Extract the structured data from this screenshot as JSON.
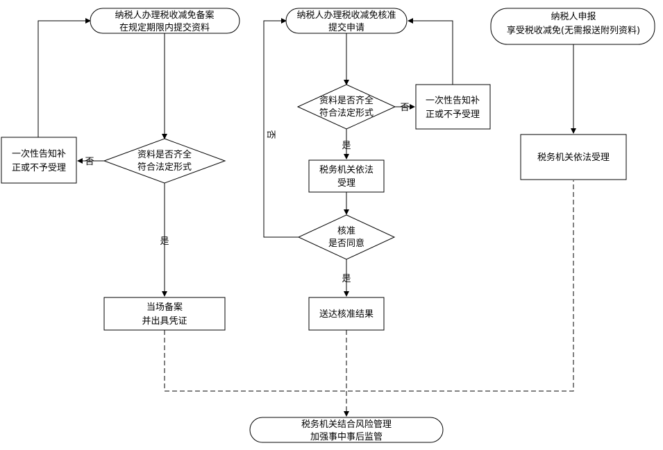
{
  "nodes": {
    "filing_start": {
      "lines": [
        "纳税人办理税收减免备案",
        "在规定期限内提交资料"
      ]
    },
    "filing_check": {
      "lines": [
        "资料是否齐全",
        "符合法定形式"
      ]
    },
    "filing_notice": {
      "lines": [
        "一次性告知补",
        "正或不予受理"
      ]
    },
    "filing_done": {
      "lines": [
        "当场备案",
        "并出具凭证"
      ]
    },
    "approval_start": {
      "lines": [
        "纳税人办理税收减免核准",
        "提交申请"
      ]
    },
    "approval_check": {
      "lines": [
        "资料是否齐全",
        "符合法定形式"
      ]
    },
    "approval_notice": {
      "lines": [
        "一次性告知补",
        "正或不予受理"
      ]
    },
    "approval_accept": {
      "lines": [
        "税务机关依法",
        "受理"
      ]
    },
    "approval_decision": {
      "lines": [
        "核准",
        "是否同意"
      ]
    },
    "approval_result": {
      "lines": [
        "送达核准结果"
      ]
    },
    "declare_start": {
      "lines": [
        "纳税人申报",
        "享受税收减免(无需报送附列资料)"
      ]
    },
    "declare_accept": {
      "lines": [
        "税务机关依法受理"
      ]
    },
    "risk_mgmt": {
      "lines": [
        "税务机关结合风险管理",
        "加强事中事后监管"
      ]
    }
  },
  "edge_labels": {
    "filing_no": "否",
    "filing_yes": "是",
    "approval_no": "否",
    "approval_yes": "是",
    "decision_no": "否",
    "decision_yes": "是"
  }
}
